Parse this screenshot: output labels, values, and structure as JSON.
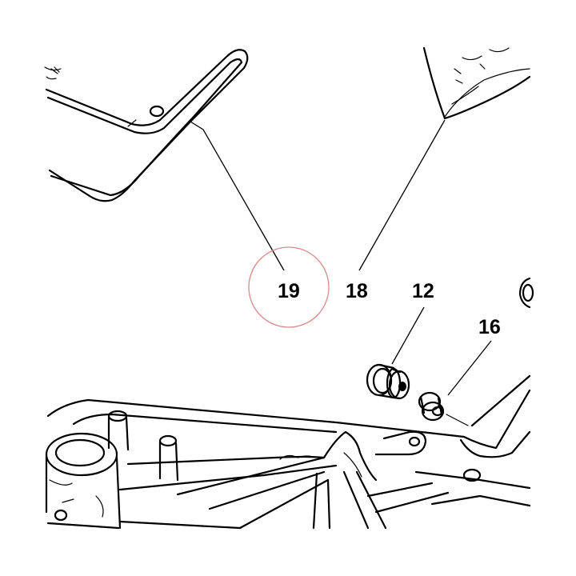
{
  "diagram": {
    "callouts": [
      {
        "id": "c19",
        "label": "19",
        "highlighted": true
      },
      {
        "id": "c18",
        "label": "18",
        "highlighted": false
      },
      {
        "id": "c12",
        "label": "12",
        "highlighted": false
      },
      {
        "id": "c16",
        "label": "16",
        "highlighted": false
      }
    ],
    "highlight_color": "#d98a8a",
    "line_color": "#000000",
    "background": "#ffffff"
  }
}
